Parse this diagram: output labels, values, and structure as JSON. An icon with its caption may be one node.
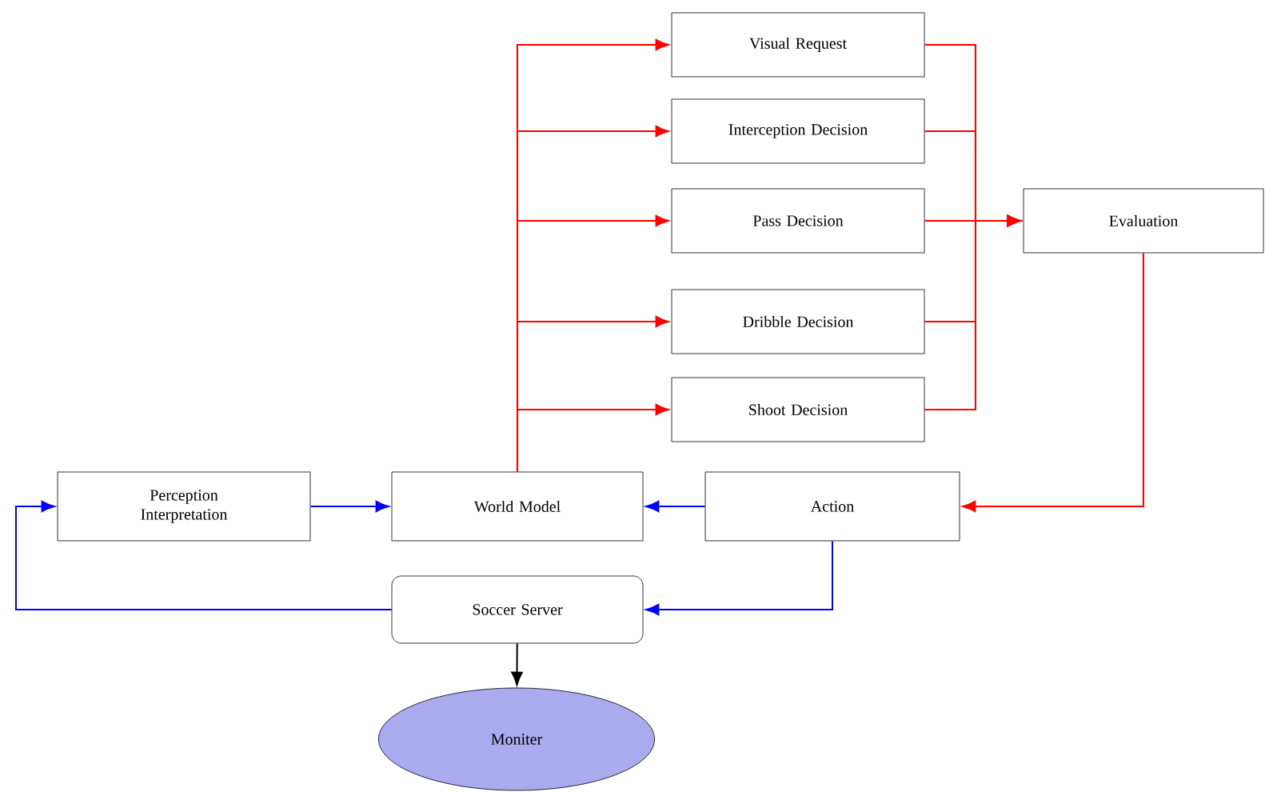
{
  "diagram": {
    "nodes": [
      {
        "text": [
          "Visual Request"
        ]
      },
      {
        "text": [
          "Interception Decision"
        ]
      },
      {
        "text": [
          "Pass Decision"
        ]
      },
      {
        "text": [
          "Evaluation"
        ]
      },
      {
        "text": [
          "Dribble Decision"
        ]
      },
      {
        "text": [
          "Shoot Decision"
        ]
      },
      {
        "text": [
          "Perception Interpretation"
        ]
      },
      {
        "text": [
          "World Model"
        ]
      },
      {
        "text": [
          "Action"
        ]
      },
      {
        "text": [
          "Soccer Server"
        ]
      },
      {
        "text": [
          "Moniter"
        ]
      }
    ],
    "edges": [
      {
        "from": 7,
        "to": 0,
        "arrow": "to"
      },
      {
        "from": 7,
        "to": 1,
        "arrow": "to"
      },
      {
        "from": 7,
        "to": 2,
        "arrow": "to"
      },
      {
        "from": 7,
        "to": 4,
        "arrow": "to"
      },
      {
        "from": 7,
        "to": 5,
        "arrow": "to"
      },
      {
        "from": 0,
        "to": 3,
        "arrow": "to"
      },
      {
        "from": 1,
        "to": 3,
        "arrow": "to"
      },
      {
        "from": 2,
        "to": 3,
        "arrow": "to"
      },
      {
        "from": 4,
        "to": 3,
        "arrow": "to"
      },
      {
        "from": 5,
        "to": 3,
        "arrow": "to"
      },
      {
        "from": 3,
        "to": 8,
        "arrow": "to"
      },
      {
        "from": 8,
        "to": 7,
        "arrow": "to",
        "color": "#0000ff"
      },
      {
        "from": 6,
        "to": 7,
        "arrow": "to",
        "color": "#0000ff"
      },
      {
        "from": 8,
        "to": 9,
        "arrow": "to",
        "color": "#0000ff"
      },
      {
        "from": 9,
        "to": 6,
        "arrow": "to",
        "color": "#0000ff"
      },
      {
        "from": 9,
        "to": 10,
        "arrow": "to",
        "color": "#000000"
      }
    ]
  }
}
